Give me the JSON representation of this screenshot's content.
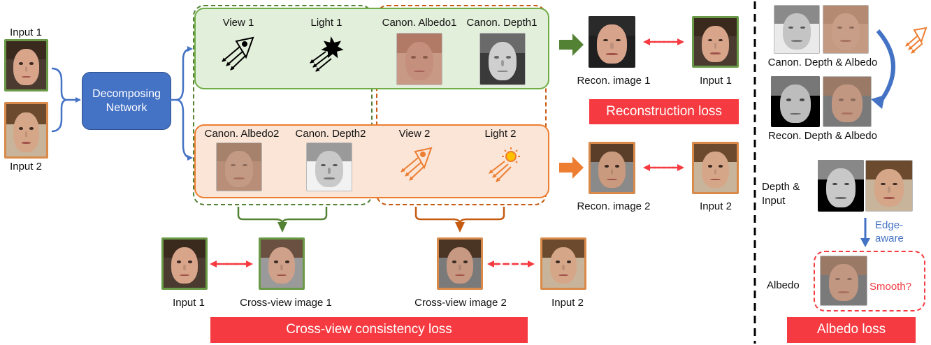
{
  "decomposer": {
    "input1": "Input 1",
    "input2": "Input 2",
    "network_line1": "Decomposing",
    "network_line2": "Network"
  },
  "top_row": {
    "view": "View 1",
    "light": "Light 1",
    "albedo": "Canon. Albedo1",
    "depth": "Canon. Depth1",
    "recon": "Recon. image 1",
    "input": "Input 1"
  },
  "bottom_row": {
    "albedo": "Canon. Albedo2",
    "depth": "Canon. Depth2",
    "view": "View 2",
    "light": "Light 2",
    "recon": "Recon. image 2",
    "input": "Input 2"
  },
  "losses": {
    "reconstruction": "Reconstruction loss",
    "cross_view": "Cross-view consistency loss",
    "albedo": "Albedo loss"
  },
  "cross_view": {
    "input1": "Input 1",
    "image1": "Cross-view image 1",
    "image2": "Cross-view image 2",
    "input2": "Input 2"
  },
  "albedo_panel": {
    "canon": "Canon. Depth & Albedo",
    "recon": "Recon. Depth & Albedo",
    "depth_input_1": "Depth &",
    "depth_input_2": "Input",
    "edge_1": "Edge-",
    "edge_2": "aware",
    "albedo": "Albedo",
    "smooth": "Smooth?"
  },
  "colors": {
    "green": "#70ad47",
    "orange": "#ed7d31",
    "red": "#f53b41",
    "blue": "#4472c4"
  }
}
